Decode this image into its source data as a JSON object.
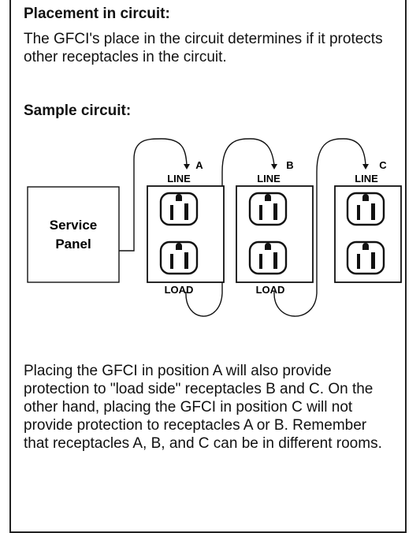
{
  "sections": {
    "placement": {
      "heading": "Placement in circuit:",
      "text": "The GFCI's place in the circuit determines if it protects other receptacles in the circuit."
    },
    "sample": {
      "heading": "Sample circuit:"
    },
    "explanation": {
      "text": "Placing the GFCI in position A will also provide protection to \"load side\" receptacles B and C. On the other hand, placing the GFCI in position C will not provide protection to receptacles A or B. Remember that receptacles A, B, and C can be in different rooms."
    }
  },
  "diagram": {
    "panel_label_line1": "Service",
    "panel_label_line2": "Panel",
    "receptacles": [
      {
        "letter": "A",
        "line_label": "LINE",
        "load_label": "LOAD"
      },
      {
        "letter": "B",
        "line_label": "LINE",
        "load_label": "LOAD"
      },
      {
        "letter": "C",
        "line_label": "LINE"
      }
    ]
  }
}
